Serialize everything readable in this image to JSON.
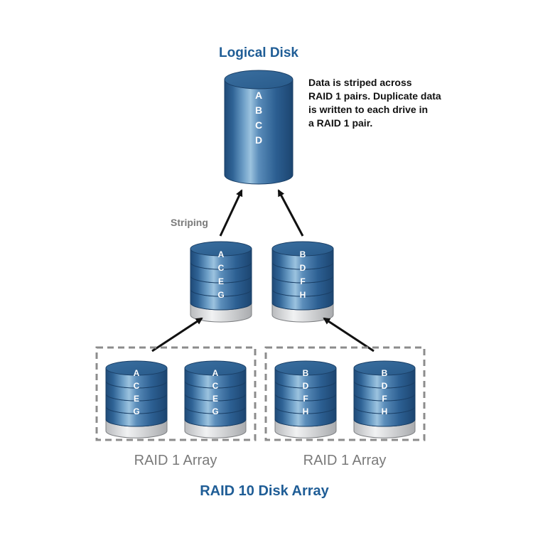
{
  "logical_disk": {
    "title": "Logical Disk",
    "letters": [
      "A",
      "B",
      "C",
      "D"
    ]
  },
  "description": {
    "lines": [
      "Data is striped across",
      "RAID 1 pairs. Duplicate data",
      "is written to each drive in",
      "a RAID 1 pair."
    ]
  },
  "striping_label": "Striping",
  "mid_stacks": [
    {
      "letters": [
        "A",
        "C",
        "E",
        "G"
      ]
    },
    {
      "letters": [
        "B",
        "D",
        "F",
        "H"
      ]
    }
  ],
  "arrays": [
    {
      "label": "RAID 1 Array",
      "drives": [
        {
          "letters": [
            "A",
            "C",
            "E",
            "G"
          ]
        },
        {
          "letters": [
            "A",
            "C",
            "E",
            "G"
          ]
        }
      ]
    },
    {
      "label": "RAID 1 Array",
      "drives": [
        {
          "letters": [
            "B",
            "D",
            "F",
            "H"
          ]
        },
        {
          "letters": [
            "B",
            "D",
            "F",
            "H"
          ]
        }
      ]
    }
  ],
  "footer_title": "RAID 10 Disk Array",
  "colors": {
    "title_blue": "#1f5d96",
    "disk_dark": "#23507e",
    "disk_mid": "#3f78a9",
    "disk_light": "#8fb8d8",
    "platter_gray": "#d9dadc",
    "dashed_border": "#8c8c8c",
    "arrow": "#111111"
  }
}
